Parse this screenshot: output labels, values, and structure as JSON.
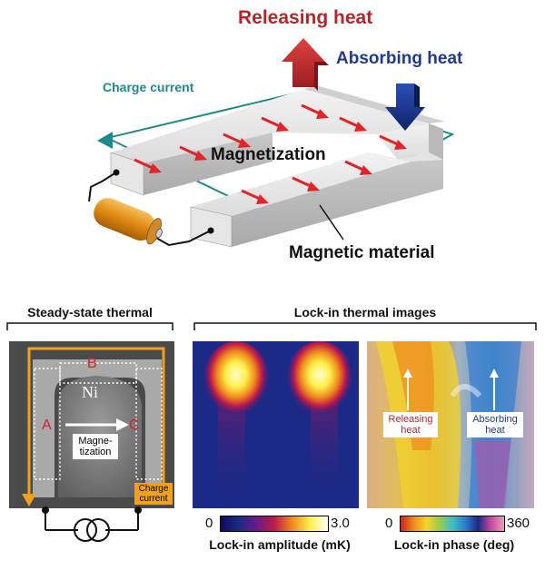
{
  "top": {
    "releasing_heat": "Releasing heat",
    "absorbing_heat": "Absorbing heat",
    "charge_current": "Charge current",
    "magnetization": "Magnetization",
    "magnetic_material": "Magnetic material"
  },
  "bottom": {
    "steady_title": "Steady-state thermal",
    "lockin_title": "Lock-in thermal images",
    "panel1": {
      "label_a": "A",
      "label_b": "B",
      "label_c": "C",
      "ni": "Ni",
      "magnetization_line1": "Magne-",
      "magnetization_line2": "tization",
      "charge_line1": "Charge",
      "charge_line2": "current"
    },
    "panel3": {
      "releasing_line1": "Releasing",
      "releasing_line2": "heat",
      "absorbing_line1": "Absorbing",
      "absorbing_line2": "heat"
    },
    "amplitude": {
      "min": "0",
      "max": "3.0",
      "label": "Lock-in amplitude (mK)"
    },
    "phase": {
      "min": "0",
      "max": "360",
      "label": "Lock-in phase (deg)"
    }
  },
  "colors": {
    "release_red": "#b5262b",
    "absorb_blue": "#1f3a8f",
    "charge_teal": "#1c8a88",
    "charge_orange": "#f0a020",
    "magnetization_arrow": "#e0242a"
  }
}
